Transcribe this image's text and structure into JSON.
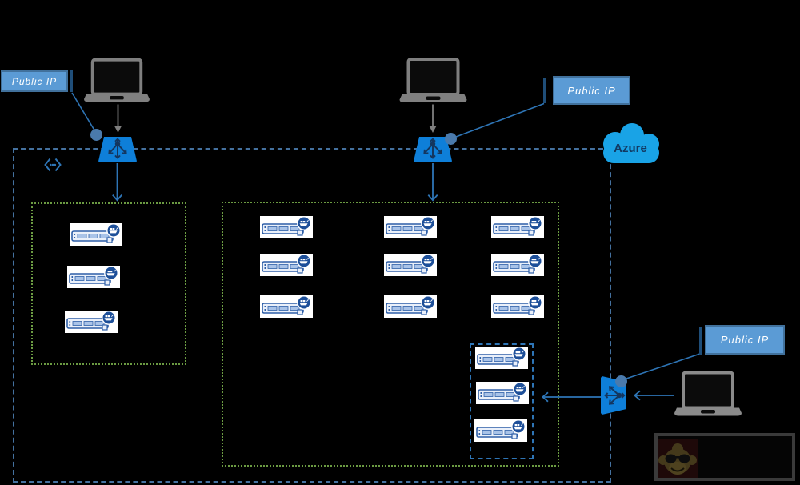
{
  "diagram": {
    "cloud_label": "Azure",
    "callouts": {
      "public_ip_label": "Public IP"
    },
    "clients": {
      "laptop_count": 3
    },
    "load_balancers": {
      "count": 3
    },
    "clusters": [
      {
        "id": "left-subnet",
        "server_count": 3
      },
      {
        "id": "main-subnet",
        "server_count": 9
      },
      {
        "id": "availability-set",
        "server_count": 3
      }
    ],
    "colors": {
      "background": "#000000",
      "vnet_border": "#44719F",
      "subnet_border": "#6B9B42",
      "availability_set_border": "#2E75B6",
      "load_balancer_fill": "#0E7FD9",
      "load_balancer_glyph": "#14365F",
      "public_ip_fill": "#5B9BD5",
      "public_ip_border": "#41719C",
      "public_ip_text": "#FFFFFF",
      "azure_cloud_fill": "#19A3E6",
      "azure_text": "#123A63",
      "connector_blue": "#2E75B6",
      "connector_gray": "#7F7F7F",
      "connector_dot": "#4A7AAC",
      "server_badge": "#1D4F99"
    },
    "icons": {
      "laptop": "laptop-icon",
      "load_balancer": "load-balancer-icon",
      "virtual_network": "vnet-brackets-icon",
      "server": "server-icon",
      "container_badge": "container-ship-badge-icon",
      "cloud": "azure-cloud-icon",
      "watermark": "monkey-sunglasses-avatar"
    }
  }
}
